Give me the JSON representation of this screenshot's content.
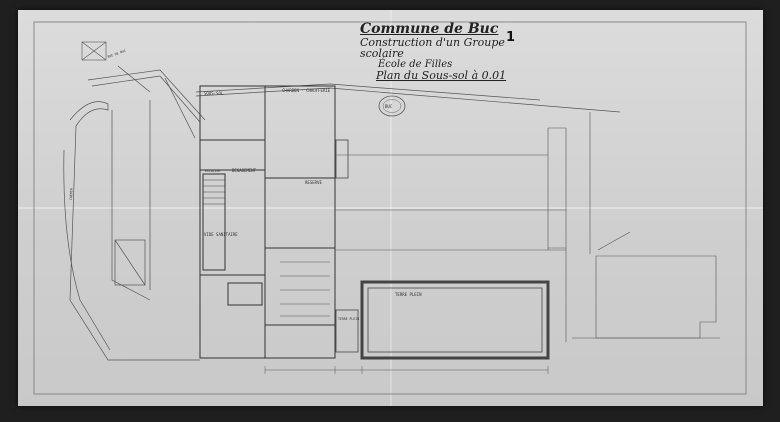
{
  "title": {
    "commune": "Commune de Buc",
    "project": "Construction d'un Groupe scolaire",
    "school": "École de Filles",
    "plan": "Plan du Sous-sol à 0.01",
    "sheet_number": "1"
  },
  "rooms": {
    "charbon": "CHARBON · CHAUFFERIE",
    "caves": "SOUS-SOL",
    "rue": "RUE DE BUC",
    "vide_sanitaire": "VIDE SANITAIRE",
    "terre_plein": "TERRE PLEIN",
    "terre_plein_small": "TERRE PLEIN",
    "chemin": "CHEMIN",
    "degagement": "DEGAGEMENT",
    "escalier": "ESCALIER",
    "reserve": "RESERVE"
  },
  "stamp": "BUC",
  "colors": {
    "paper": "#d4d4d4",
    "ink": "#333333"
  }
}
